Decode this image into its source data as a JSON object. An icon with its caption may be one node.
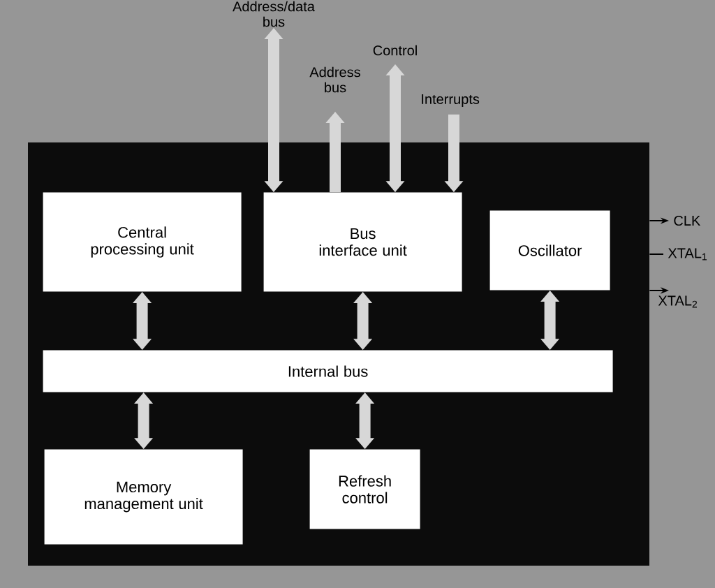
{
  "diagram": {
    "nodes": [
      {
        "text": [],
        "shape": "box"
      },
      {
        "text": [
          "Central processing unit"
        ],
        "in": 0
      },
      {
        "text": [
          "Bus interface unit"
        ],
        "in": 0
      },
      {
        "text": [
          "Oscillator"
        ],
        "in": 0
      },
      {
        "text": [
          "Internal bus"
        ],
        "in": 0
      },
      {
        "text": [
          "Memory management unit"
        ],
        "in": 0
      },
      {
        "text": [
          "Refresh control"
        ],
        "in": 0
      }
    ],
    "edges": [
      {
        "from": 2,
        "to": null,
        "arrow": "both",
        "label": "Address/data bus"
      },
      {
        "from": 2,
        "to": null,
        "arrow": "to",
        "label": "Address bus"
      },
      {
        "from": 2,
        "to": null,
        "arrow": "both",
        "label": "Control"
      },
      {
        "from": null,
        "to": 2,
        "arrow": "to",
        "label": "Interrupts"
      },
      {
        "from": 1,
        "to": 4,
        "arrow": "both"
      },
      {
        "from": 2,
        "to": 4,
        "arrow": "both"
      },
      {
        "from": 3,
        "to": 4,
        "arrow": "both"
      },
      {
        "from": 4,
        "to": 5,
        "arrow": "both"
      },
      {
        "from": 4,
        "to": 6,
        "arrow": "both"
      },
      {
        "from": 0,
        "to": null,
        "arrow": "to",
        "label": "CLK",
        "color": "#000000"
      },
      {
        "from": 0,
        "to": null,
        "arrow": "none",
        "label": "XTAL$_{1}$",
        "color": "#000000"
      },
      {
        "from": 0,
        "to": null,
        "arrow": "to",
        "label": "XTAL$_{2}$",
        "color": "#000000"
      }
    ]
  }
}
